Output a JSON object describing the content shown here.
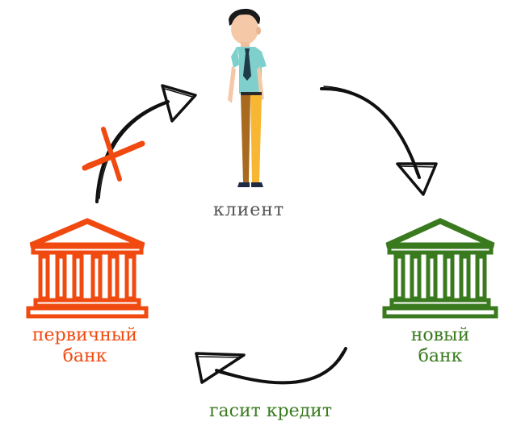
{
  "labels": {
    "client": "клиент",
    "old_bank_line1": "первичный",
    "old_bank_line2": "банк",
    "new_bank_line1": "новый",
    "new_bank_line2": "банк",
    "repays_credit": "гасит кредит"
  },
  "colors": {
    "old_bank": "#f04a10",
    "new_bank": "#3a7a1f",
    "arrow": "#111111",
    "cross": "#f04a10",
    "client_label": "#555555"
  },
  "icons": {
    "client": "person-icon",
    "old_bank": "bank-building-icon",
    "new_bank": "bank-building-icon",
    "blocked": "cross-mark-icon"
  }
}
